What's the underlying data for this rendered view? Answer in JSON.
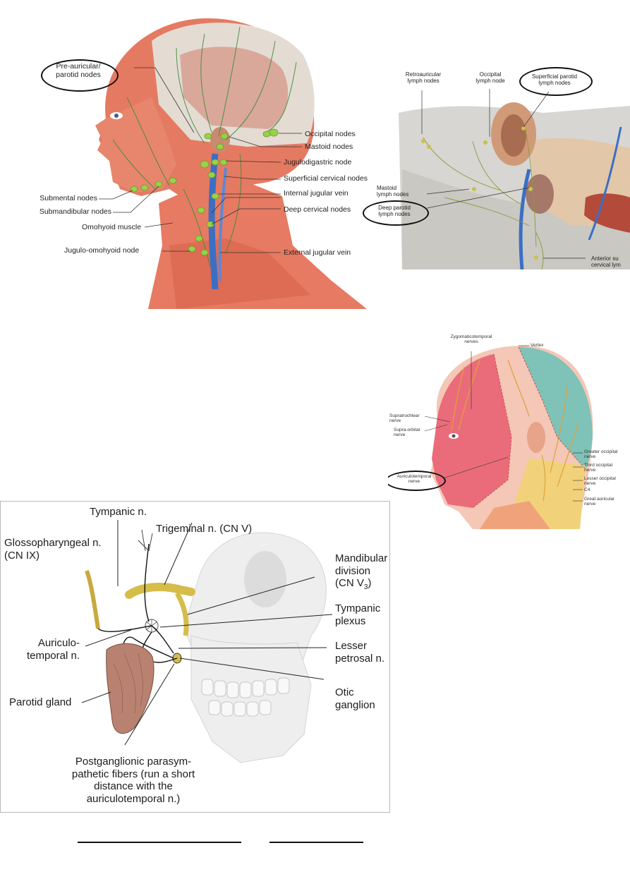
{
  "figure1": {
    "labels": {
      "preauricular": "Pre-auricular/\nparotid nodes",
      "occipital": "Occipital nodes",
      "mastoid": "Mastoid nodes",
      "jugulodigastric": "Jugulodigastric node",
      "superficial_cervical": "Superficial cervical nodes",
      "internal_jugular": "Internal jugular vein",
      "deep_cervical": "Deep cervical nodes",
      "external_jugular": "External jugular vein",
      "submental": "Submental nodes",
      "submandibular": "Submandibular nodes",
      "omohyoid": "Omohyoid muscle",
      "jugulo_omohyoid": "Jugulo-omohyoid node"
    }
  },
  "figure2": {
    "labels": {
      "retroauricular": "Retroauricular\nlymph nodes",
      "occipital": "Occipital\nlymph node",
      "superficial_parotid": "Superficial parotid\nlymph nodes",
      "mastoid": "Mastoid\nlymph nodes",
      "deep_parotid": "Deep parotid\nlymph nodes",
      "anterior": "Anterior su\ncervical lym"
    }
  },
  "figure3": {
    "labels": {
      "zygomaticotemporal": "Zygomaticotemporal\nnerves",
      "vertex": "Vertex",
      "supratrochlear": "Supratrochlear\nnerve",
      "supraorbital": "Supra-orbital\nnerve",
      "auriculotemporal": "Auriculotemporal\nnerve",
      "greater_occipital": "Greater occipital\nnerve",
      "third_occipital": "Third occipital\nnerve",
      "lesser_occipital": "Lesser occipital\nnerve",
      "c4": "C4",
      "great_auricular": "Great auricular\nnerve"
    }
  },
  "figure4": {
    "labels": {
      "tympanic_n": "Tympanic n.",
      "trigeminal": "Trigeminal n. (CN V)",
      "glossopharyngeal": "Glossopharyngeal n.\n(CN IX)",
      "mandibular": "Mandibular\ndivision\n(CN V",
      "mandibular_sub": "3",
      "mandibular_end": ")",
      "tympanic_plexus": "Tympanic\nplexus",
      "auriculotemporal": "Auriculo-\ntemporal n.",
      "lesser_petrosal": "Lesser\npetrosal n.",
      "parotid": "Parotid gland",
      "otic": "Otic\nganglion",
      "postganglionic": "Postganglionic parasym-\npathetic fibers (run a short\ndistance with the\nauriculotemporal n.)"
    }
  },
  "colors": {
    "muscle": "#e0705a",
    "lymph": "#9ad04a",
    "vein": "#3b6fc4",
    "nerve": "#d9a43a",
    "skin": "#f3d2b8",
    "bone": "#e6e6e6"
  }
}
